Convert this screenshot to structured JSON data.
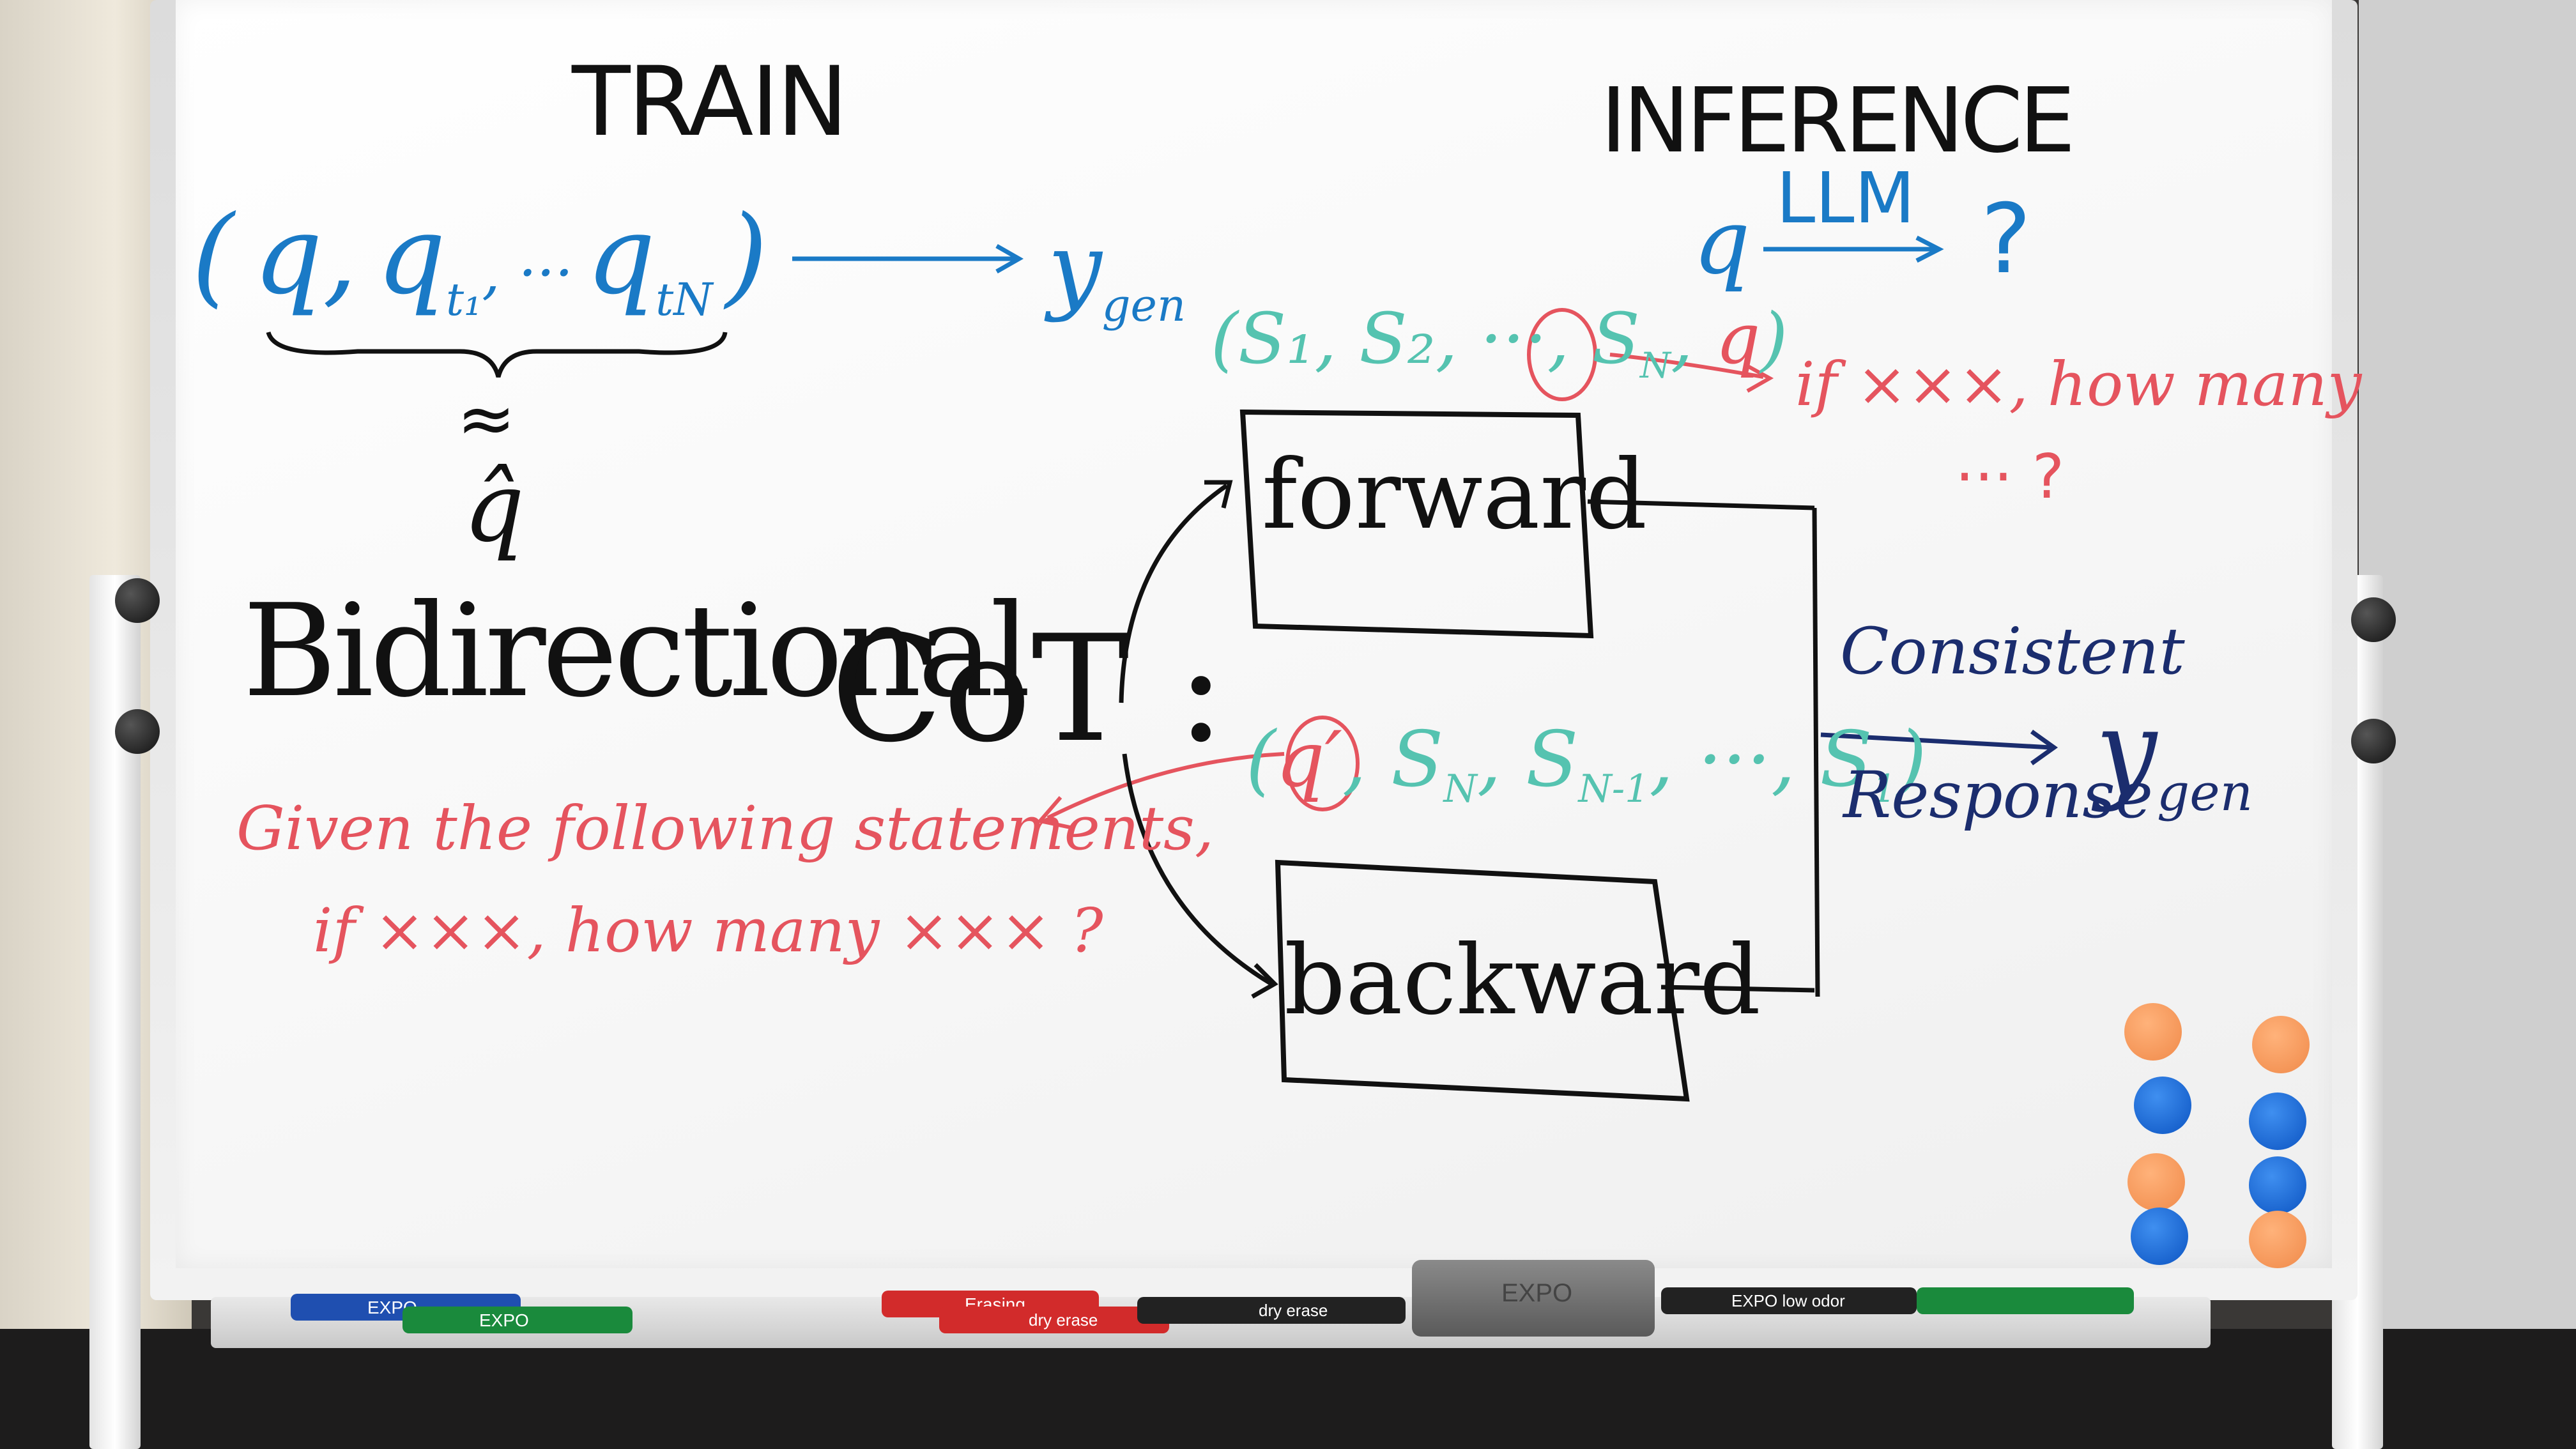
{
  "whiteboard": {
    "train": {
      "heading": "TRAIN",
      "tuple_open": "(",
      "tuple_q": "q,",
      "tuple_qt1": "q",
      "tuple_qt1_sub": "t₁",
      "tuple_dots": ", ···",
      "tuple_qtn": "q",
      "tuple_qtn_sub": "tN",
      "tuple_close": ")",
      "output": "y",
      "output_sub": "gen",
      "approx": "≈",
      "qhat": "q̂"
    },
    "inference": {
      "heading": "INFERENCE",
      "input": "q",
      "model": "LLM",
      "output": "?"
    },
    "forward_statements": "(S₁, S₂, ···, S",
    "forward_statements_n": "N",
    "forward_statements_q": "q",
    "forward_question_1": "if ×××, how many",
    "forward_question_2": "··· ?",
    "title_bidirectional": "Bidirectional",
    "title_cot": "CoT :",
    "backward_prompt_1": "Given the following statements,",
    "backward_prompt_2": "if ×××, how many ××× ?",
    "backward_statements_q": "q′",
    "backward_statements_rest": ", S",
    "backward_statements_rest_2": "N",
    "backward_statements_rest_3": ", S",
    "backward_statements_rest_4": "N-1",
    "backward_statements_rest_5": ", ···, S",
    "backward_statements_rest_6": "1",
    "backward_statements_close": ")",
    "forward_box_label": "forward",
    "backward_box_label": "backward",
    "consistent_label": "Consistent",
    "response_label": "Response",
    "final_output": "y",
    "final_output_sub": "gen"
  },
  "colors": {
    "blue_ink": "#1a7ac6",
    "black_ink": "#111111",
    "red_ink": "#e5545e",
    "teal_ink": "#55c3b0",
    "navy_ink": "#1b2d6e",
    "magnet_orange": "#f08a4a",
    "magnet_blue": "#0c54c2"
  },
  "magnets": [
    "orange",
    "orange",
    "blue",
    "blue",
    "orange",
    "blue",
    "blue",
    "orange"
  ],
  "tray_items": {
    "markers": [
      {
        "color": "#1f4fb0",
        "label": "EXPO"
      },
      {
        "color": "#1a8a3c",
        "label": "EXPO"
      },
      {
        "color": "#d22b2b",
        "label": "Erasing"
      },
      {
        "color": "#d22b2b",
        "label": "dry erase"
      },
      {
        "color": "#222222",
        "label": "dry erase"
      },
      {
        "color": "#222222",
        "label": "EXPO low odor"
      },
      {
        "color": "#1a8a3c",
        "label": ""
      }
    ],
    "eraser_label": "EXPO"
  }
}
